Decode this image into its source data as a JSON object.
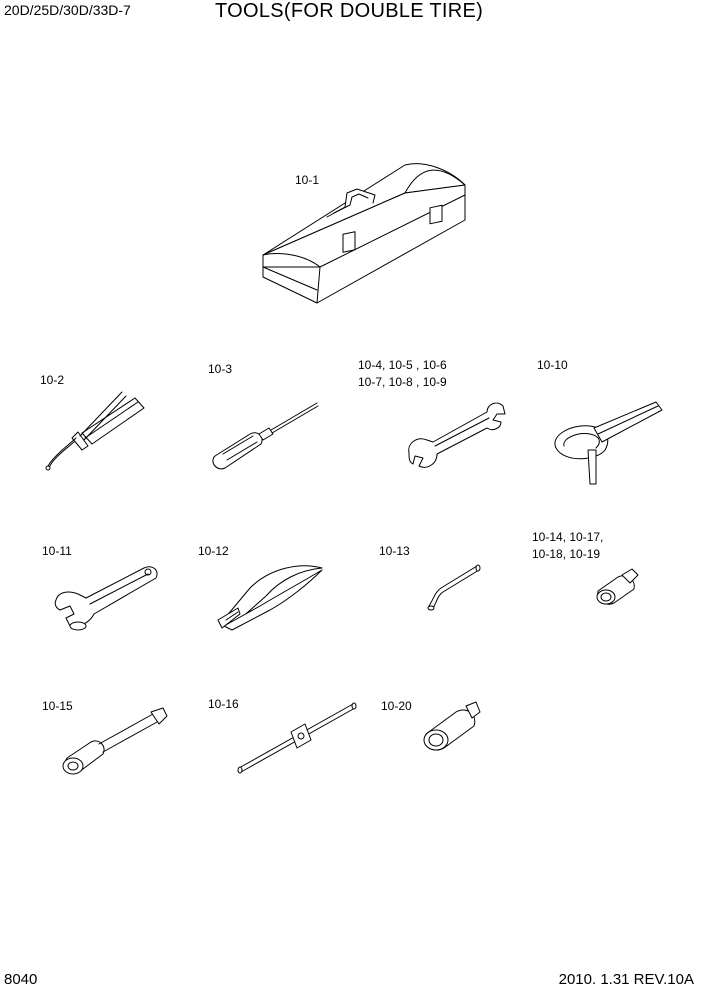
{
  "header": {
    "model": "20D/25D/30D/33D-7",
    "title": "TOOLS(FOR DOUBLE TIRE)"
  },
  "footer": {
    "page_number": "8040",
    "revision": "2010. 1.31  REV.10A"
  },
  "parts": [
    {
      "lines": [
        "10-1"
      ]
    },
    {
      "lines": [
        "10-2"
      ]
    },
    {
      "lines": [
        "10-3"
      ]
    },
    {
      "lines": [
        "10-4, 10-5 , 10-6",
        "10-7, 10-8 , 10-9"
      ]
    },
    {
      "lines": [
        "10-10"
      ]
    },
    {
      "lines": [
        "10-11"
      ]
    },
    {
      "lines": [
        "10-12"
      ]
    },
    {
      "lines": [
        "10-13"
      ]
    },
    {
      "lines": [
        "10-14, 10-17,",
        "10-18, 10-19"
      ]
    },
    {
      "lines": [
        "10-15"
      ]
    },
    {
      "lines": [
        "10-16"
      ]
    },
    {
      "lines": [
        "10-20"
      ]
    }
  ]
}
